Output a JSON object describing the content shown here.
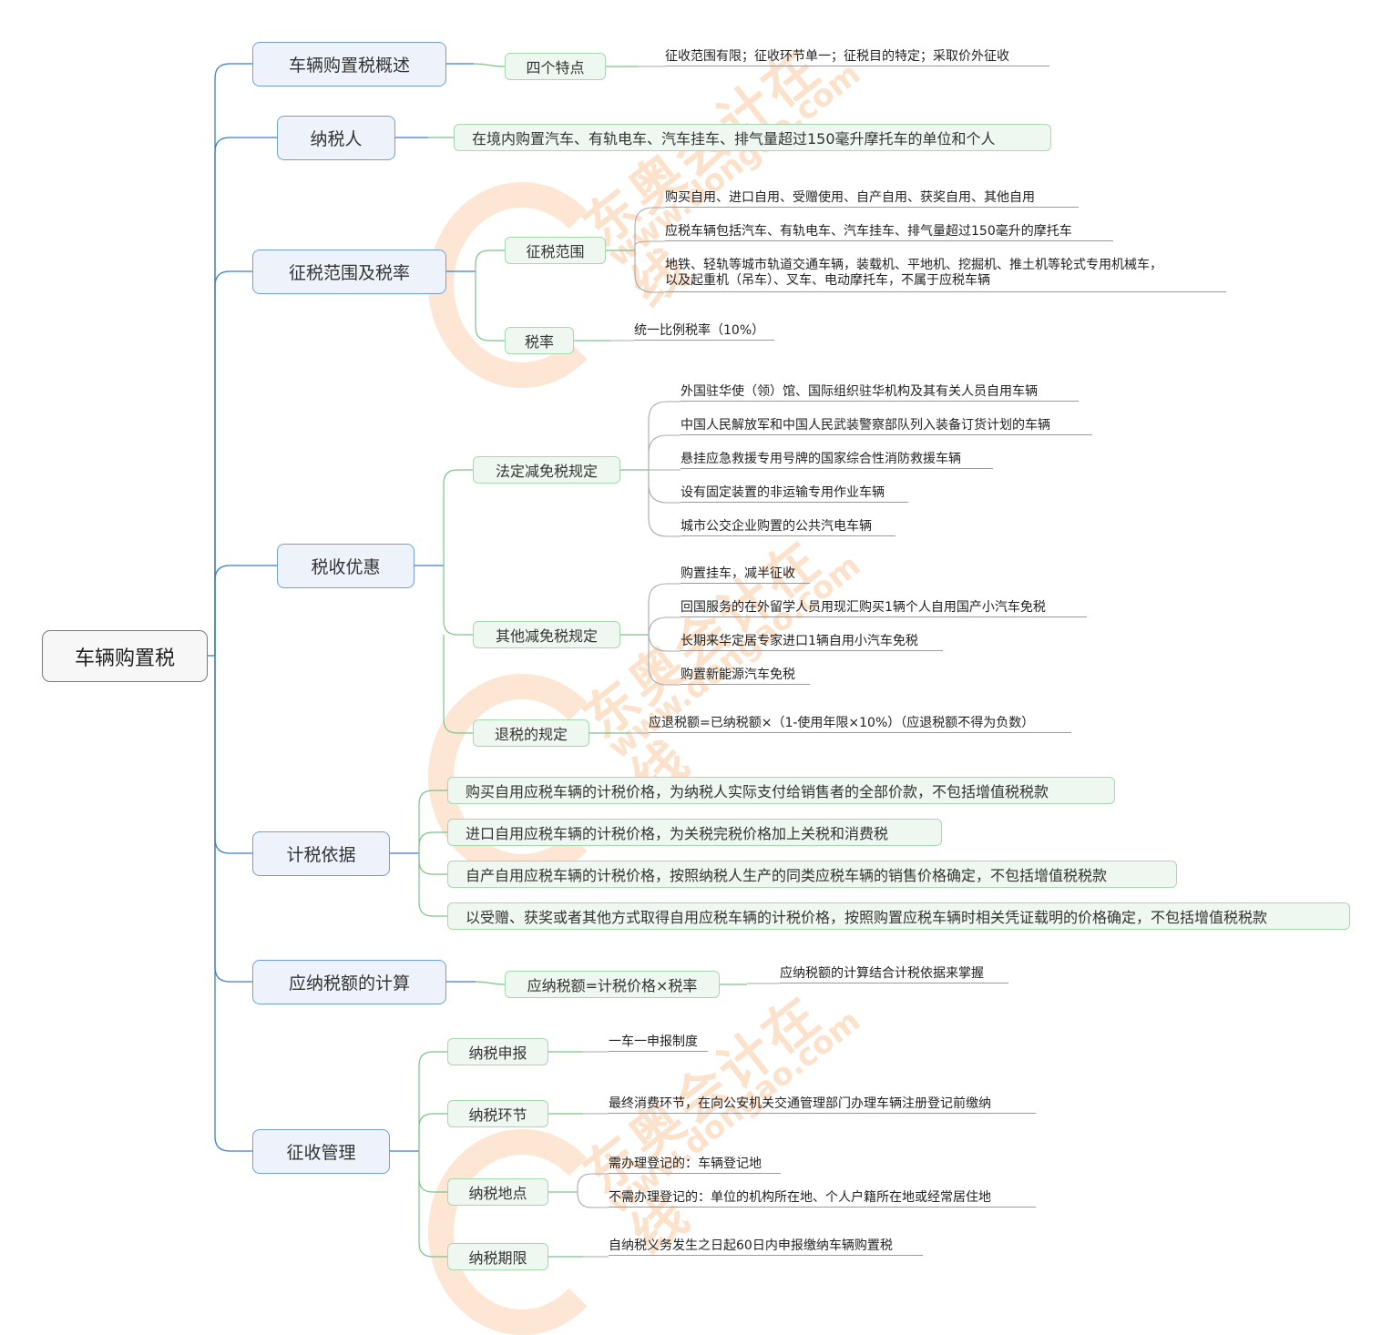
{
  "root": "车辆购置税",
  "watermark": {
    "text": "东奥会计在线",
    "url": "www.dongao.com"
  },
  "overview": {
    "title": "车辆购置税概述",
    "child": "四个特点",
    "detail": "征收范围有限；征收环节单一；征税目的特定；采取价外征收"
  },
  "taxpayer": {
    "title": "纳税人",
    "detail": "在境内购置汽车、有轨电车、汽车挂车、排气量超过150毫升摩托车的单位和个人"
  },
  "scope": {
    "title": "征税范围及税率",
    "range_label": "征税范围",
    "range_items": [
      "购买自用、进口自用、受赠使用、自产自用、获奖自用、其他自用",
      "应税车辆包括汽车、有轨电车、汽车挂车、排气量超过150毫升的摩托车",
      "地铁、轻轨等城市轨道交通车辆，装载机、平地机、挖掘机、推土机等轮式专用机械车，",
      "以及起重机（吊车）、叉车、电动摩托车，不属于应税车辆"
    ],
    "rate_label": "税率",
    "rate_detail": "统一比例税率（10%）"
  },
  "incentives": {
    "title": "税收优惠",
    "statutory_label": "法定减免税规定",
    "statutory_items": [
      "外国驻华使（领）馆、国际组织驻华机构及其有关人员自用车辆",
      "中国人民解放军和中国人民武装警察部队列入装备订货计划的车辆",
      "悬挂应急救援专用号牌的国家综合性消防救援车辆",
      "设有固定装置的非运输专用作业车辆",
      "城市公交企业购置的公共汽电车辆"
    ],
    "other_label": "其他减免税规定",
    "other_items": [
      "购置挂车，减半征收",
      "回国服务的在外留学人员用现汇购买1辆个人自用国产小汽车免税",
      "长期来华定居专家进口1辆自用小汽车免税",
      "购置新能源汽车免税"
    ],
    "refund_label": "退税的规定",
    "refund_detail": "应退税额=已纳税额×（1-使用年限×10%）（应退税额不得为负数）"
  },
  "basis": {
    "title": "计税依据",
    "items": [
      "购买自用应税车辆的计税价格，为纳税人实际支付给销售者的全部价款，不包括增值税税款",
      "进口自用应税车辆的计税价格，为关税完税价格加上关税和消费税",
      "自产自用应税车辆的计税价格，按照纳税人生产的同类应税车辆的销售价格确定，不包括增值税税款",
      "以受赠、获奖或者其他方式取得自用应税车辆的计税价格，按照购置应税车辆时相关凭证载明的价格确定，不包括增值税税款"
    ]
  },
  "calc": {
    "title": "应纳税额的计算",
    "formula": "应纳税额=计税价格×税率",
    "note": "应纳税额的计算结合计税依据来掌握"
  },
  "admin": {
    "title": "征收管理",
    "filing_label": "纳税申报",
    "filing_detail": "一车一申报制度",
    "stage_label": "纳税环节",
    "stage_detail": "最终消费环节，在向公安机关交通管理部门办理车辆注册登记前缴纳",
    "place_label": "纳税地点",
    "place_items": [
      "需办理登记的：车辆登记地",
      "不需办理登记的：单位的机构所在地、个人户籍所在地或经常居住地"
    ],
    "period_label": "纳税期限",
    "period_detail": "自纳税义务发生之日起60日内申报缴纳车辆购置税"
  },
  "colors": {
    "main_link": "#3d7cc9",
    "sub_link": "#7cc48a",
    "leaf_line": "#9a9a9a",
    "watermark": "#f79646"
  }
}
